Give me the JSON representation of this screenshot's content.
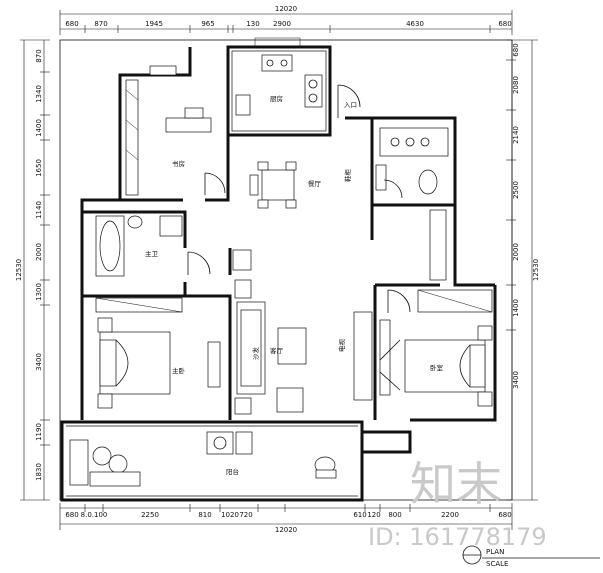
{
  "dimensions": {
    "top_total": "12020",
    "top_segments": [
      "680",
      "870",
      "1945",
      "965",
      "130",
      "2900",
      "4630",
      "680"
    ],
    "bottom_total": "12020",
    "bottom_segments": [
      "680",
      "8.0.100",
      "2250",
      "810",
      "1020",
      "720",
      "610",
      "120",
      "800",
      "2200",
      "680"
    ],
    "left_total": "12530",
    "left_segments": [
      "870",
      "1340",
      "1400",
      "1650",
      "1140",
      "2000",
      "1300",
      "3400",
      "1190",
      "1830"
    ],
    "right_total": "12530",
    "right_segments": [
      "680",
      "2080",
      "2140",
      "2500",
      "2000",
      "1400",
      "3400"
    ]
  },
  "rooms": {
    "kitchen": "厨房",
    "study": "书房",
    "dining": "餐厅",
    "bathroom": "主卫",
    "master_bedroom": "主卧",
    "living": "客厅",
    "bedroom": "卧室",
    "balcony": "阳台",
    "entrance": "入口",
    "tv_wall": "电视",
    "sofa": "沙发",
    "shoe": "鞋柜"
  },
  "watermark": {
    "logo_text": "知末",
    "id_text": "ID: 161778179"
  },
  "title_block": {
    "label": "PLAN",
    "scale": "SCALE"
  }
}
